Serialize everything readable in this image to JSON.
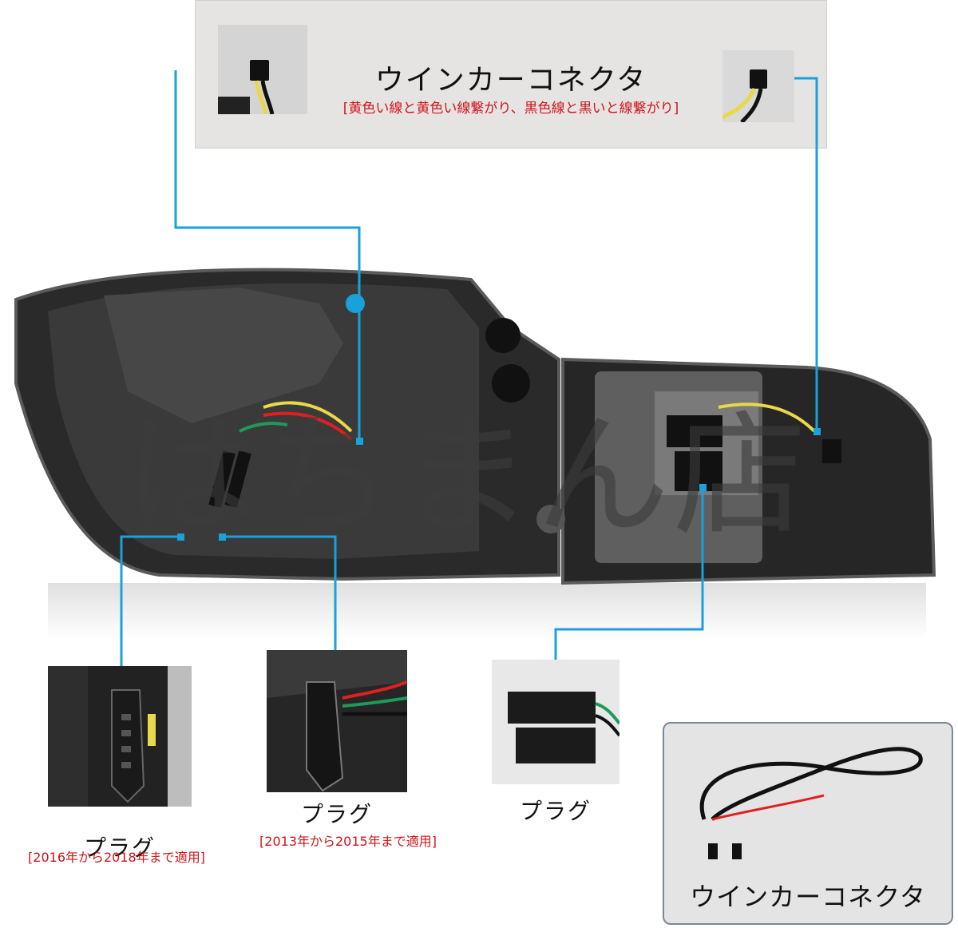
{
  "banner": {
    "title": "ウインカーコネクタ",
    "note": "[黄色い線と黄色い線繋がり、黒色線と黒いと線繋がり]"
  },
  "watermark": "はちまん店",
  "plugs": [
    {
      "label": "プラグ",
      "note": "[2016年から2018年まで適用]"
    },
    {
      "label": "プラグ",
      "note": "[2013年から2015年まで適用]"
    },
    {
      "label": "プラグ",
      "note": ""
    }
  ],
  "harness": {
    "label": "ウインカーコネクタ"
  },
  "colors": {
    "leader_line": "#1aa0db",
    "note_red": "#d0141a",
    "banner_bg": "#e6e4e3",
    "wire_yellow": "#e8d84a",
    "wire_red": "#e02020"
  }
}
